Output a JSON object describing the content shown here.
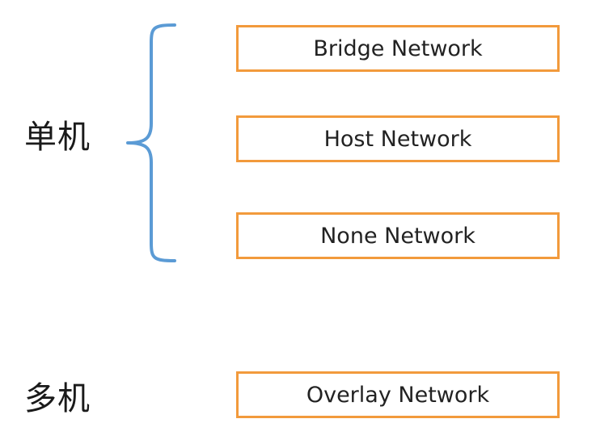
{
  "groups": [
    {
      "label": "单机",
      "networks": [
        "Bridge Network",
        "Host Network",
        "None Network"
      ]
    },
    {
      "label": "多机",
      "networks": [
        "Overlay Network"
      ]
    }
  ],
  "colors": {
    "box_border": "#f29a3c",
    "brace": "#5b9bd5",
    "text": "#222222"
  }
}
